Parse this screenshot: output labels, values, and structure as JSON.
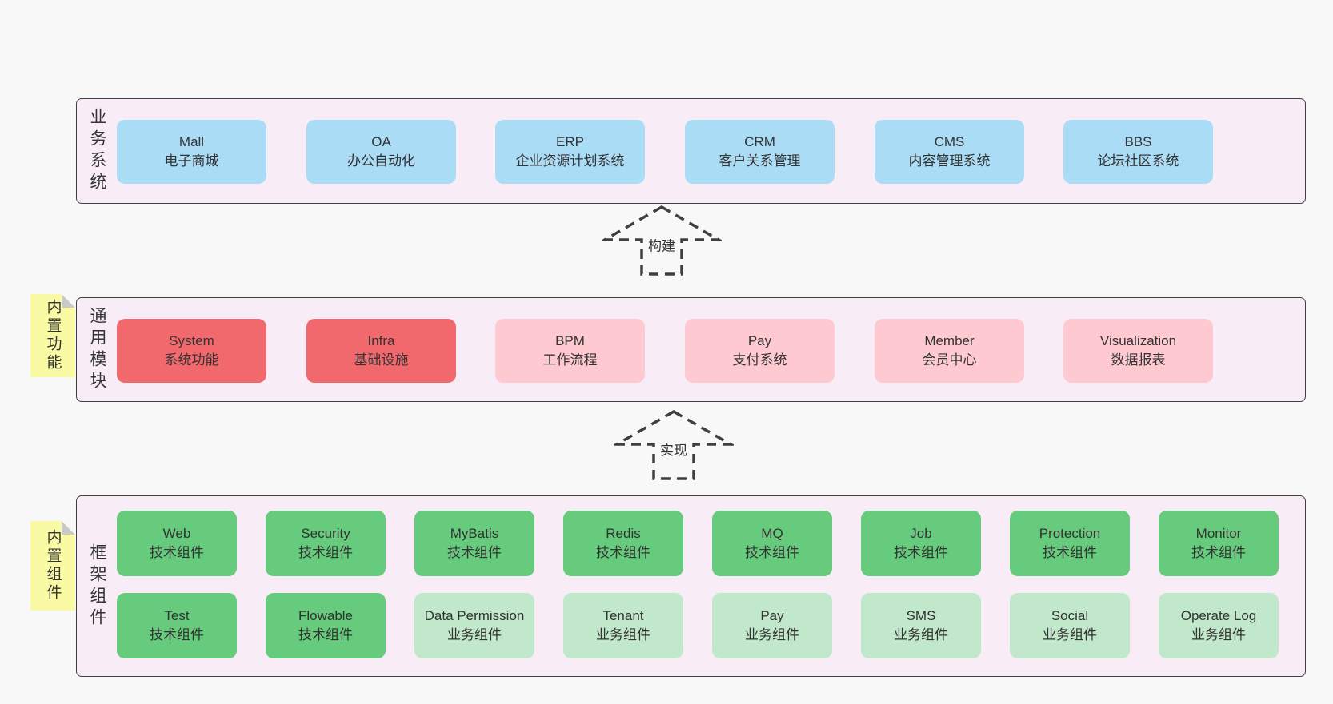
{
  "colors": {
    "page_bg": "#f8f8f8",
    "band_bg": "#f8edf6",
    "band_border": "#3f3f3f",
    "blue": "#abdcf6",
    "red": "#f2696d",
    "pink": "#ffc9d1",
    "green": "#66cb7d",
    "light_green": "#c2e8cb",
    "sticky_yellow": "#fafaa4",
    "sticky_fold": "#c9c9c9",
    "text": "#333333"
  },
  "arrows": [
    {
      "label": "构建"
    },
    {
      "label": "实现"
    }
  ],
  "bands": [
    {
      "label": "业务系统",
      "rows": [
        [
          {
            "name": "Mall",
            "desc": "电子商城"
          },
          {
            "name": "OA",
            "desc": "办公自动化"
          },
          {
            "name": "ERP",
            "desc": "企业资源计划系统"
          },
          {
            "name": "CRM",
            "desc": "客户关系管理"
          },
          {
            "name": "CMS",
            "desc": "内容管理系统"
          },
          {
            "name": "BBS",
            "desc": "论坛社区系统"
          }
        ]
      ]
    },
    {
      "label": "通用模块",
      "sticky": "内置功能",
      "rows": [
        [
          {
            "name": "System",
            "desc": "系统功能"
          },
          {
            "name": "Infra",
            "desc": "基础设施"
          },
          {
            "name": "BPM",
            "desc": "工作流程"
          },
          {
            "name": "Pay",
            "desc": "支付系统"
          },
          {
            "name": "Member",
            "desc": "会员中心"
          },
          {
            "name": "Visualization",
            "desc": "数据报表"
          }
        ]
      ]
    },
    {
      "label": "框架组件",
      "sticky": "内置组件",
      "rows": [
        [
          {
            "name": "Web",
            "desc": "技术组件"
          },
          {
            "name": "Security",
            "desc": "技术组件"
          },
          {
            "name": "MyBatis",
            "desc": "技术组件"
          },
          {
            "name": "Redis",
            "desc": "技术组件"
          },
          {
            "name": "MQ",
            "desc": "技术组件"
          },
          {
            "name": "Job",
            "desc": "技术组件"
          },
          {
            "name": "Protection",
            "desc": "技术组件"
          },
          {
            "name": "Monitor",
            "desc": "技术组件"
          }
        ],
        [
          {
            "name": "Test",
            "desc": "技术组件"
          },
          {
            "name": "Flowable",
            "desc": "技术组件"
          },
          {
            "name": "Data Permission",
            "desc": "业务组件"
          },
          {
            "name": "Tenant",
            "desc": "业务组件"
          },
          {
            "name": "Pay",
            "desc": "业务组件"
          },
          {
            "name": "SMS",
            "desc": "业务组件"
          },
          {
            "name": "Social",
            "desc": "业务组件"
          },
          {
            "name": "Operate Log",
            "desc": "业务组件"
          }
        ]
      ]
    }
  ]
}
